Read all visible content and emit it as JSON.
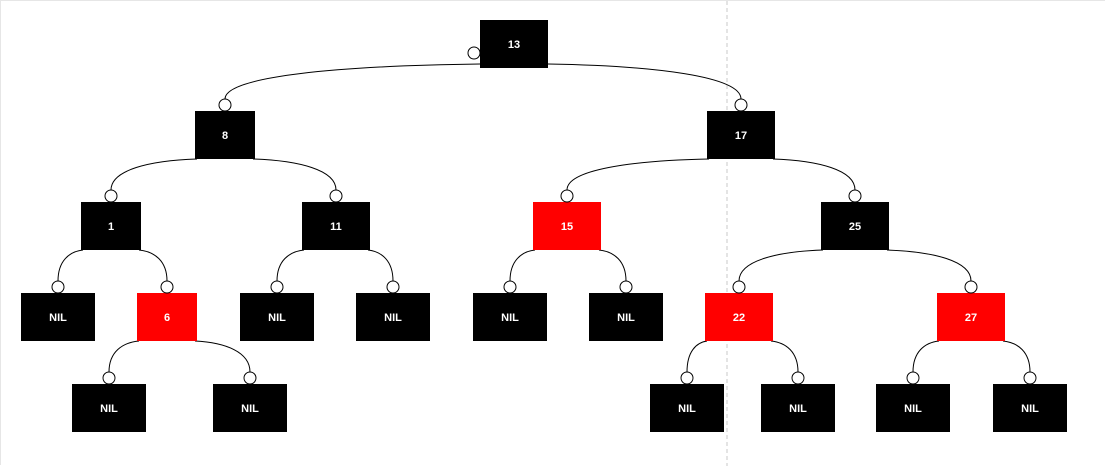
{
  "tree": {
    "colors": {
      "black": "#000000",
      "red": "#ff0000",
      "label": "#ffffff",
      "edge": "#000000",
      "guide": "#c8c8c8"
    },
    "nodes": [
      {
        "id": "n13",
        "label": "13",
        "color": "black",
        "parent": null
      },
      {
        "id": "n8",
        "label": "8",
        "color": "black",
        "parent": "n13",
        "side": "left"
      },
      {
        "id": "n17",
        "label": "17",
        "color": "black",
        "parent": "n13",
        "side": "right"
      },
      {
        "id": "n1",
        "label": "1",
        "color": "black",
        "parent": "n8",
        "side": "left"
      },
      {
        "id": "n11",
        "label": "11",
        "color": "black",
        "parent": "n8",
        "side": "right"
      },
      {
        "id": "n15",
        "label": "15",
        "color": "red",
        "parent": "n17",
        "side": "left"
      },
      {
        "id": "n25",
        "label": "25",
        "color": "black",
        "parent": "n17",
        "side": "right"
      },
      {
        "id": "nil1L",
        "label": "NIL",
        "color": "black",
        "parent": "n1",
        "side": "left"
      },
      {
        "id": "n6",
        "label": "6",
        "color": "red",
        "parent": "n1",
        "side": "right"
      },
      {
        "id": "nil11L",
        "label": "NIL",
        "color": "black",
        "parent": "n11",
        "side": "left"
      },
      {
        "id": "nil11R",
        "label": "NIL",
        "color": "black",
        "parent": "n11",
        "side": "right"
      },
      {
        "id": "nil15L",
        "label": "NIL",
        "color": "black",
        "parent": "n15",
        "side": "left"
      },
      {
        "id": "nil15R",
        "label": "NIL",
        "color": "black",
        "parent": "n15",
        "side": "right"
      },
      {
        "id": "n22",
        "label": "22",
        "color": "red",
        "parent": "n25",
        "side": "left"
      },
      {
        "id": "n27",
        "label": "27",
        "color": "red",
        "parent": "n25",
        "side": "right"
      },
      {
        "id": "nil6L",
        "label": "NIL",
        "color": "black",
        "parent": "n6",
        "side": "left"
      },
      {
        "id": "nil6R",
        "label": "NIL",
        "color": "black",
        "parent": "n6",
        "side": "right"
      },
      {
        "id": "nil22L",
        "label": "NIL",
        "color": "black",
        "parent": "n22",
        "side": "left"
      },
      {
        "id": "nil22R",
        "label": "NIL",
        "color": "black",
        "parent": "n22",
        "side": "right"
      },
      {
        "id": "nil27L",
        "label": "NIL",
        "color": "black",
        "parent": "n27",
        "side": "left"
      },
      {
        "id": "nil27R",
        "label": "NIL",
        "color": "black",
        "parent": "n27",
        "side": "right"
      }
    ]
  }
}
